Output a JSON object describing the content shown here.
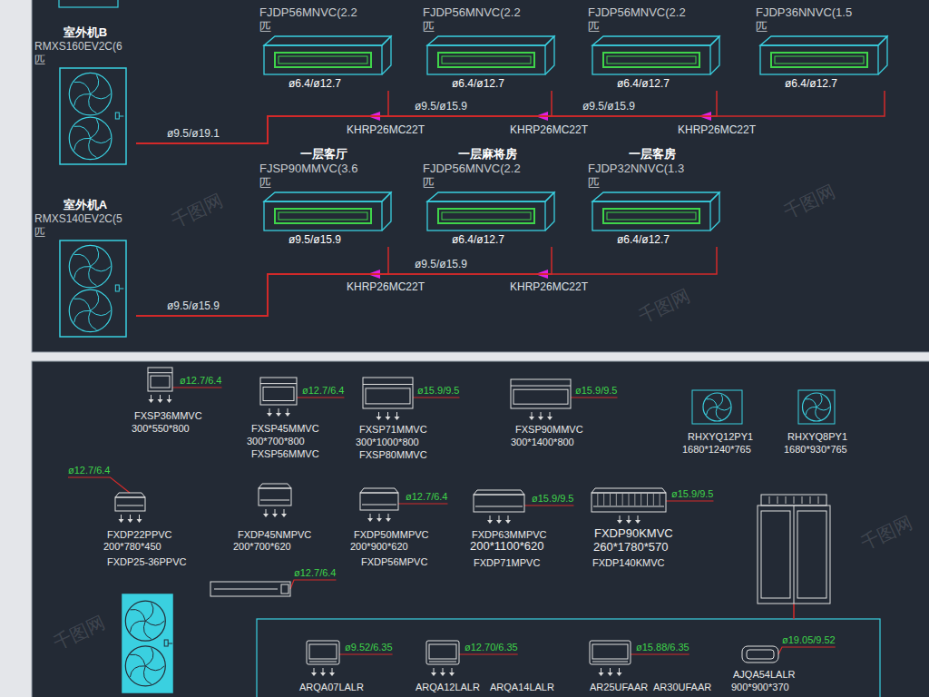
{
  "diagram": {
    "nodes": [
      {
        "text": [
          "室外机B",
          "RMXS160EV2C(6 匹"
        ]
      },
      {
        "text": [
          "FJDP56MNVC(2.2 匹",
          "ø6.4/ø12.7"
        ]
      },
      {
        "text": [
          "FJDP56MNVC(2.2 匹",
          "ø6.4/ø12.7"
        ]
      },
      {
        "text": [
          "FJDP56MNVC(2.2 匹",
          "ø6.4/ø12.7"
        ]
      },
      {
        "text": [
          "FJDP36NNVC(1.5 匹",
          "ø6.4/ø12.7"
        ]
      },
      {
        "text": [
          "室外机A",
          "RMXS140EV2C(5 匹"
        ]
      },
      {
        "text": [
          "一层客厅",
          "FJSP90MMVC(3.6 匹",
          "ø9.5/ø15.9"
        ]
      },
      {
        "text": [
          "一层麻将房",
          "FJDP56MNVC(2.2 匹",
          "ø6.4/ø12.7"
        ]
      },
      {
        "text": [
          "一层客房",
          "FJDP32NNVC(1.3 匹",
          "ø6.4/ø12.7"
        ]
      }
    ],
    "edges": [
      {
        "from": 0,
        "to": 1,
        "arrow": "none"
      },
      {
        "from": 0,
        "to": 2,
        "arrow": "none"
      },
      {
        "from": 0,
        "to": 3,
        "arrow": "none"
      },
      {
        "from": 0,
        "to": 4,
        "arrow": "none"
      },
      {
        "from": 5,
        "to": 6,
        "arrow": "none"
      },
      {
        "from": 5,
        "to": 7,
        "arrow": "none"
      },
      {
        "from": 5,
        "to": 8,
        "arrow": "none"
      }
    ],
    "labels": [
      "ø9.5/ø19.1",
      "ø9.5/ø15.9",
      "ø9.5/ø15.9",
      "KHRP26MC22T",
      "KHRP26MC22T",
      "KHRP26MC22T",
      "ø9.5/ø15.9",
      "KHRP26MC22T",
      "KHRP26MC22T",
      "ø9.5/ø15.9",
      "ø12.7/6.4",
      "FXSP36MMVC",
      "300*550*800",
      "ø12.7/6.4",
      "FXSP45MMVC",
      "300*700*800",
      "FXSP56MMVC",
      "ø15.9/9.5",
      "FXSP71MMVC",
      "300*1000*800",
      "FXSP80MMVC",
      "ø15.9/9.5",
      "FXSP90MMVC",
      "300*1400*800",
      "RHXYQ12PY1",
      "1680*1240*765",
      "RHXYQ8PY1",
      "1680*930*765",
      "ø12.7/6.4",
      "FXDP22PPVC",
      "200*780*450",
      "FXDP25-36PPVC",
      "FXDP45NMPVC",
      "200*700*620",
      "ø12.7/6.4",
      "FXDP50MMPVC",
      "200*900*620",
      "FXDP56MPVC",
      "ø15.9/9.5",
      "FXDP63MMPVC",
      "200*1100*620",
      "FXDP71MPVC",
      "ø15.9/9.5",
      "FXDP90KMVC",
      "260*1780*570",
      "FXDP140KMVC",
      "ø12.7/6.4",
      "ø9.52/6.35",
      "ø12.70/6.35",
      "ø15.88/6.35",
      "ø19.05/9.52",
      "AJQA54LALR",
      "900*900*370",
      "ARQA07LALR",
      "ARQA12LALR",
      "ARQA14LALR",
      "AR25UFAAR",
      "AR30UFAAR",
      "千图网",
      "千图网",
      "千图网",
      "千图网",
      "千图网"
    ]
  }
}
